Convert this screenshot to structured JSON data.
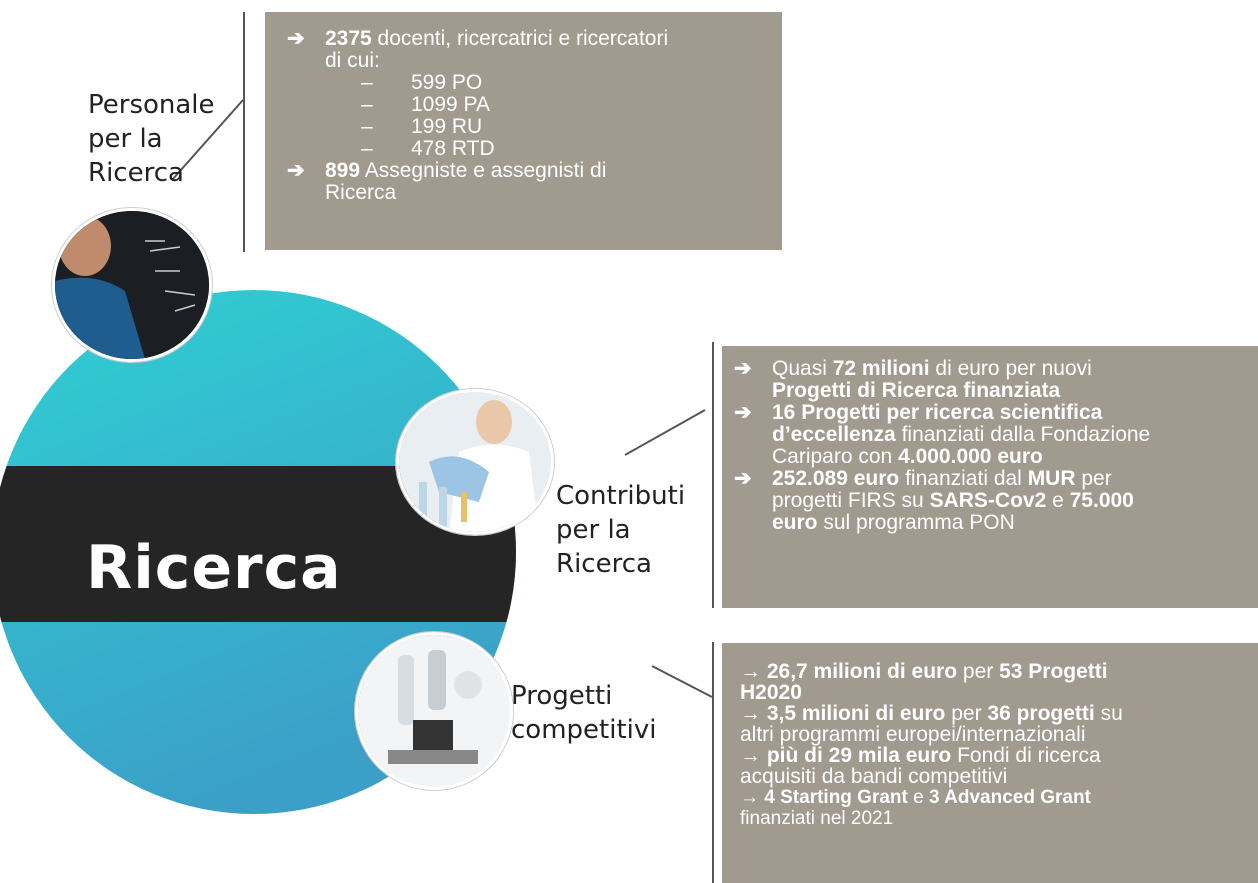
{
  "center": {
    "title": "Ricerca"
  },
  "sections": {
    "personale": {
      "label": [
        "Personale",
        "per la",
        "Ricerca"
      ],
      "lines": [
        {
          "bold": "2375",
          "text": " docenti, ricercatrici e ricercatori"
        },
        {
          "text": "di cui:"
        }
      ],
      "sub_items": [
        "599 PO",
        "1099 PA",
        "199 RU",
        "478 RTD"
      ],
      "last": {
        "bold": "899",
        "text": " Assegniste e assegnisti di",
        "cont": "Ricerca"
      }
    },
    "contributi": {
      "label": [
        "Contributi",
        "per la",
        "Ricerca"
      ],
      "b1": {
        "pre": "Quasi ",
        "bold1": "72 milioni",
        "mid": " di euro per nuovi",
        "bold2": "Progetti di Ricerca finanziata"
      },
      "b2": {
        "bold1": "16 Progetti per ricerca scientifica",
        "bold2": "d’eccellenza",
        "mid": " finanziati dalla Fondazione",
        "pre3": "Cariparo con ",
        "bold3": "4.000.000 euro"
      },
      "b3": {
        "bold1": "252.089 euro",
        "mid1": " finanziati dal ",
        "bold2": "MUR",
        "mid2": " per",
        "pre2": "progetti FIRS su ",
        "bold3": "SARS-Cov2",
        "mid3": " e ",
        "bold4": "75.000",
        "bold5": "euro",
        "end": " sul programma PON"
      }
    },
    "progetti": {
      "label": [
        "Progetti",
        "competitivi"
      ],
      "p1": {
        "bold1": "26,7 milioni di euro",
        "mid": " per ",
        "bold2": "53 Progetti",
        "bold3": "H2020"
      },
      "p2": {
        "bold1": "3,5 milioni di euro",
        "mid": " per ",
        "bold2": "36 progetti",
        "end": " su",
        "cont": "altri programmi europei/internazionali"
      },
      "p3": {
        "bold1": "più di 29 mila euro",
        "end": " Fondi di ricerca",
        "cont": "acquisiti da bandi competitivi"
      },
      "p4": {
        "bold1": "4 Starting Grant",
        "mid": " e ",
        "bold2": "3 Advanced Grant",
        "cont": "finanziati nel 2021"
      }
    }
  },
  "glyphs": {
    "arrow": "➔",
    "thin_arrow": "→",
    "dash": "–"
  },
  "colors": {
    "teal_top": "#2ccbd1",
    "teal_bottom": "#38a8c9",
    "band": "#222222",
    "box": "#a19a8f"
  }
}
